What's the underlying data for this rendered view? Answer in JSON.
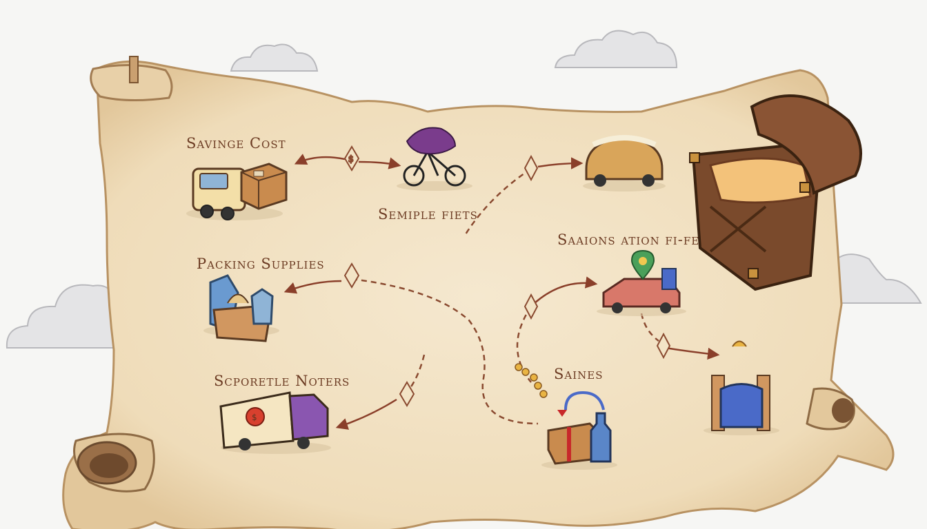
{
  "labels": {
    "saving_cost": "Savinge Cost",
    "semple_fiets": "Semiple fiets",
    "packing_supplies": "Packing Supplies",
    "sporetle_noters": "Scporetle Noters",
    "saaions": "Saaions ation fi-fel",
    "saines": "Saines"
  },
  "markers": {
    "dollar": "$"
  },
  "colors": {
    "parchment": "#f1e1c4",
    "parchment_edge": "#d9bf94",
    "ink": "#7a4a2e",
    "text": "#6b3a22",
    "chest_wood": "#7a4a2c",
    "cloud": "#e6e6e8"
  },
  "icons": [
    "delivery-truck-icon",
    "box-icon",
    "bicycle-icon",
    "car-icon",
    "treasure-chest-icon",
    "packing-box-icon",
    "location-pin-icon",
    "moving-truck-icon",
    "bottle-icon",
    "package-icon"
  ]
}
